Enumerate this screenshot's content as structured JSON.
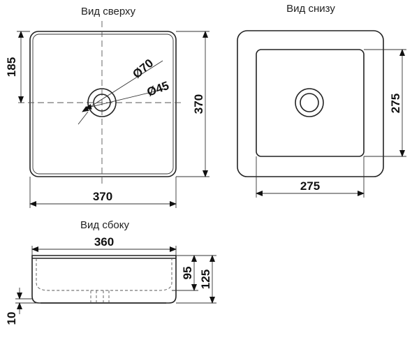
{
  "views": {
    "top": {
      "title": "Вид сверху"
    },
    "bottom": {
      "title": "Вид снизу"
    },
    "side": {
      "title": "Вид сбоку"
    }
  },
  "dimensions": {
    "top_width": "370",
    "top_height": "370",
    "top_offset": "185",
    "drain_outer": "Ø70",
    "drain_inner": "Ø45",
    "bottom_width": "275",
    "bottom_height": "275",
    "side_width": "360",
    "side_inner_height": "95",
    "side_total_height": "125",
    "side_base_height": "10"
  },
  "colors": {
    "line": "#222222",
    "background": "#ffffff"
  }
}
